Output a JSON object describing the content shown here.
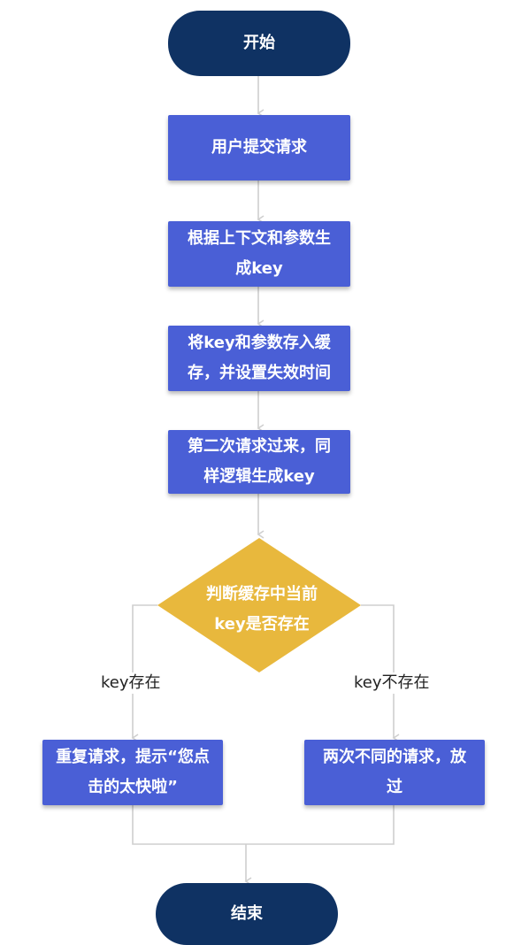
{
  "diagram": {
    "start": "开始",
    "step1": "用户提交请求",
    "step2": [
      "根据上下文和参数生",
      "成key"
    ],
    "step3": [
      "将key和参数存入缓",
      "存，并设置失效时间"
    ],
    "step4": [
      "第二次请求过来，同",
      "样逻辑生成key"
    ],
    "decision": [
      "判断缓存中当前",
      "key是否存在"
    ],
    "branch_yes_label": "key存在",
    "branch_no_label": "key不存在",
    "yes_result": [
      "重复请求，提示“您点",
      "击的太快啦”"
    ],
    "no_result": [
      "两次不同的请求，放",
      "过"
    ],
    "end": "结束"
  },
  "colors": {
    "terminal": "#0f3263",
    "process": "#4a5fd6",
    "decision": "#e8b83d",
    "connector": "#cfcfcf"
  }
}
